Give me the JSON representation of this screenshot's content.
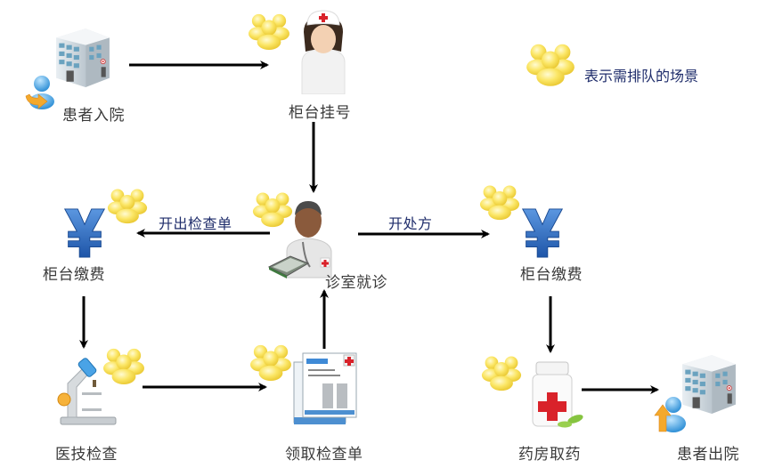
{
  "legend": {
    "icon": "queue-crowd-icon",
    "label": "表示需排队的场景",
    "queue_color": "#f7d64a"
  },
  "nodes": [
    {
      "id": "admission",
      "label": "患者入院",
      "icon": "hospital-admission-icon",
      "queue": false
    },
    {
      "id": "registration",
      "label": "柜台挂号",
      "icon": "nurse-icon",
      "queue": true
    },
    {
      "id": "consultation",
      "label": "诊室就诊",
      "icon": "doctor-icon",
      "queue": true
    },
    {
      "id": "payment_exam",
      "label": "柜台缴费",
      "icon": "yuan-icon",
      "queue": true
    },
    {
      "id": "payment_rx",
      "label": "柜台缴费",
      "icon": "yuan-icon",
      "queue": true
    },
    {
      "id": "medical_exam",
      "label": "医技检查",
      "icon": "microscope-icon",
      "queue": true
    },
    {
      "id": "collect_report",
      "label": "领取检查单",
      "icon": "report-document-icon",
      "queue": true
    },
    {
      "id": "pharmacy",
      "label": "药房取药",
      "icon": "medicine-bottle-icon",
      "queue": true
    },
    {
      "id": "discharge",
      "label": "患者出院",
      "icon": "hospital-discharge-icon",
      "queue": false
    }
  ],
  "edges": [
    {
      "from": "admission",
      "to": "registration",
      "label": ""
    },
    {
      "from": "registration",
      "to": "consultation",
      "label": ""
    },
    {
      "from": "consultation",
      "to": "payment_exam",
      "label": "开出检查单"
    },
    {
      "from": "consultation",
      "to": "payment_rx",
      "label": "开处方"
    },
    {
      "from": "payment_exam",
      "to": "medical_exam",
      "label": ""
    },
    {
      "from": "medical_exam",
      "to": "collect_report",
      "label": ""
    },
    {
      "from": "collect_report",
      "to": "consultation",
      "label": ""
    },
    {
      "from": "payment_rx",
      "to": "pharmacy",
      "label": ""
    },
    {
      "from": "pharmacy",
      "to": "discharge",
      "label": ""
    }
  ],
  "colors": {
    "arrow": "#000000",
    "node_text": "#3a3a3a",
    "edge_text": "#1f2d6b",
    "yuan_blue": "#2f6fc4",
    "cross_red": "#d9222a"
  }
}
